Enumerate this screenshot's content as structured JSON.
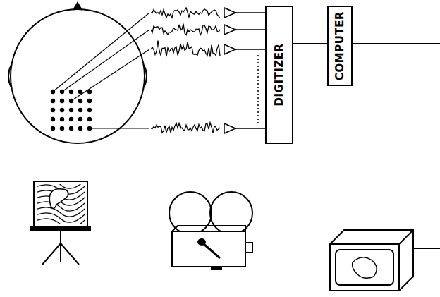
{
  "diagram": {
    "nodes": [
      {
        "text": [
          "DIGITIZER"
        ]
      },
      {
        "text": [
          "COMPUTER"
        ]
      }
    ],
    "edges": [
      {
        "from": 0,
        "to": 1,
        "arrow": "none"
      }
    ]
  }
}
